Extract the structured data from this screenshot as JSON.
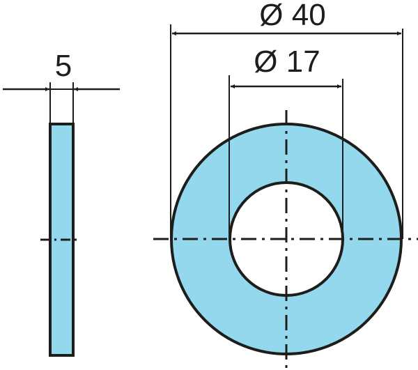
{
  "drawing": {
    "subject": "flat washer",
    "colors": {
      "fill": "#94d8ee",
      "stroke": "#1d1e1c",
      "background": "#ffffff"
    },
    "side_view": {
      "thickness_label": "5",
      "thickness_mm": 5
    },
    "front_view": {
      "outer_diameter_label": "Ø 40",
      "outer_diameter_mm": 40,
      "inner_diameter_label": "Ø 17",
      "inner_diameter_mm": 17
    }
  }
}
